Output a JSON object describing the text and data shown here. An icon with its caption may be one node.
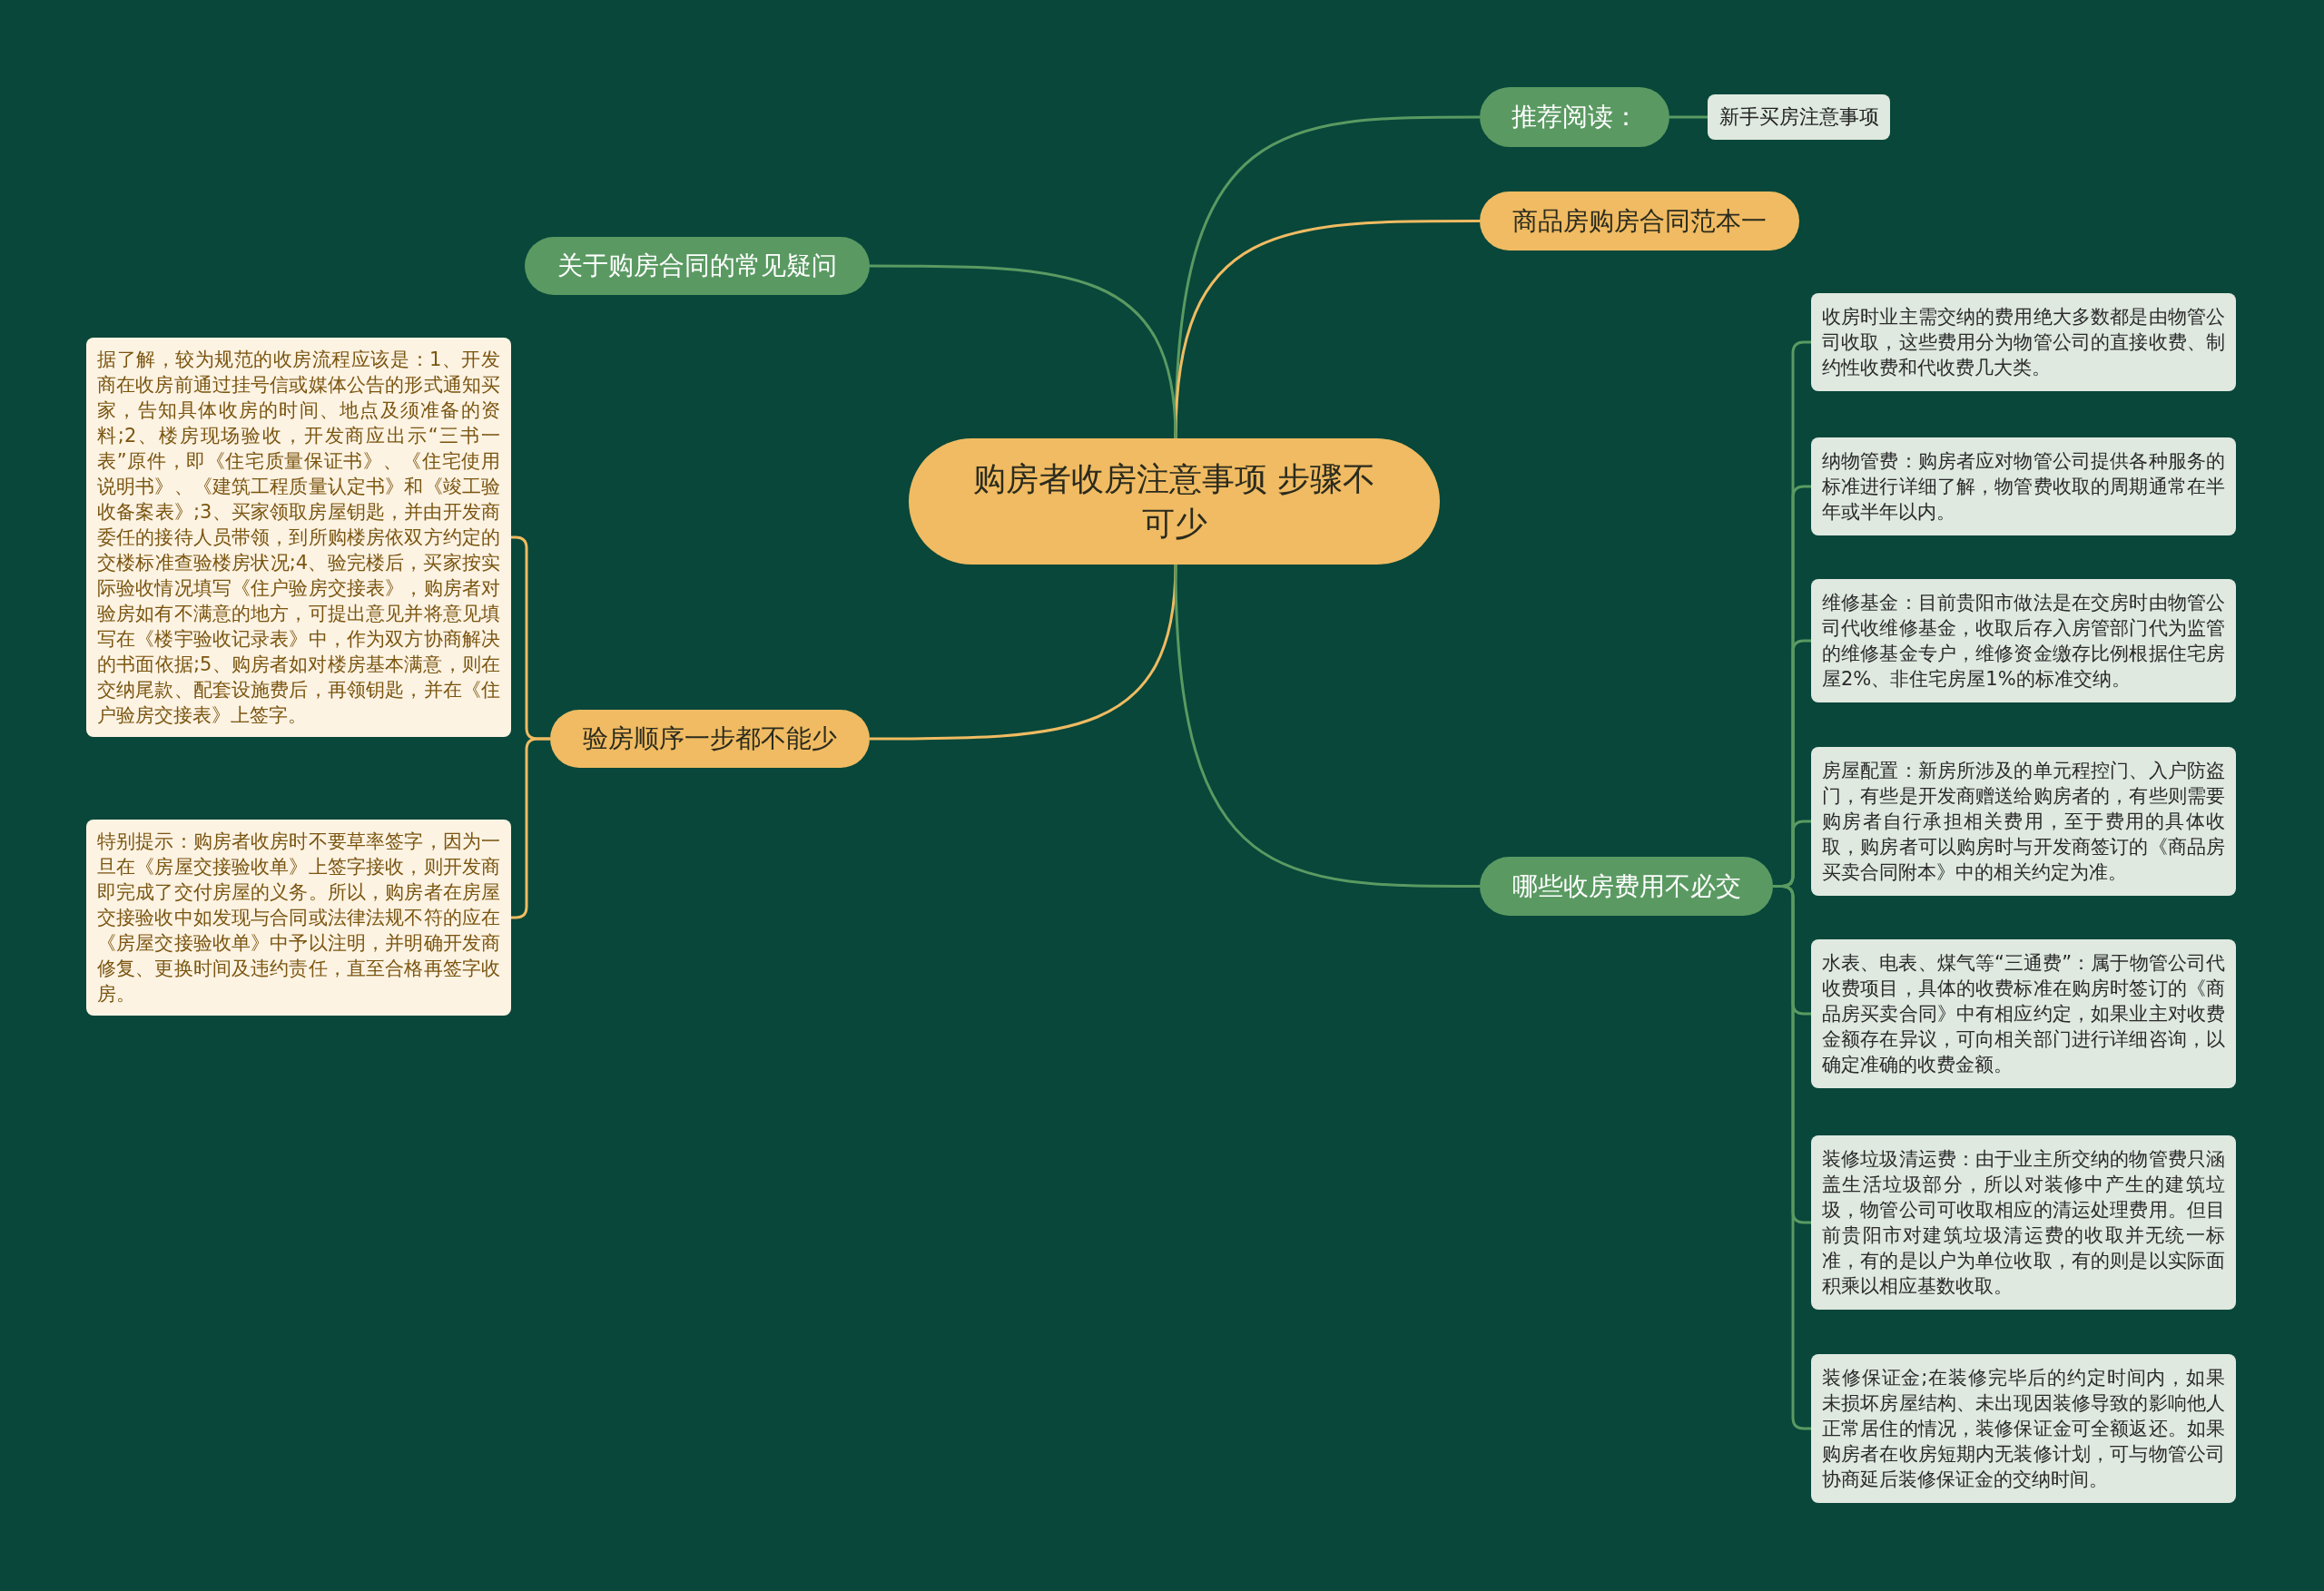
{
  "diagram": {
    "nodes": [
      {
        "text": [
          "购房者收房注意事项 步骤不可少"
        ]
      },
      {
        "text": [
          "推荐阅读："
        ]
      },
      {
        "text": [
          "新手买房注意事项"
        ]
      },
      {
        "text": [
          "商品房购房合同范本一"
        ]
      },
      {
        "text": [
          "关于购房合同的常见疑问"
        ]
      },
      {
        "text": [
          "验房顺序一步都不能少"
        ]
      },
      {
        "text": [
          "据了解，较为规范的收房流程应该是：1、开发商在收房前通过挂号信或媒体公告的形式通知买家，告知具体收房的时间、地点及须准备的资料;2、楼房现场验收，开发商应出示“三书一表”原件，即《住宅质量保证书》、《住宅使用说明书》、《建筑工程质量认定书》和《竣工验收备案表》;3、买家领取房屋钥匙，并由开发商委任的接待人员带领，到所购楼房依双方约定的交楼标准查验楼房状况;4、验完楼后，买家按实际验收情况填写《住户验房交接表》，购房者对验房如有不满意的地方，可提出意见并将意见填写在《楼宇验收记录表》中，作为双方协商解决的书面依据;5、购房者如对楼房基本满意，则在交纳尾款、配套设施费后，再领钥匙，并在《住户验房交接表》上签字。"
        ]
      },
      {
        "text": [
          "特别提示：购房者收房时不要草率签字，因为一旦在《房屋交接验收单》上签字接收，则开发商即完成了交付房屋的义务。所以，购房者在房屋交接验收中如发现与合同或法律法规不符的应在《房屋交接验收单》中予以注明，并明确开发商修复、更换时间及违约责任，直至合格再签字收房。"
        ]
      },
      {
        "text": [
          "哪些收房费用不必交"
        ]
      },
      {
        "text": [
          "收房时业主需交纳的费用绝大多数都是由物管公司收取，这些费用分为物管公司的直接收费、制约性收费和代收费几大类。"
        ]
      },
      {
        "text": [
          "纳物管费：购房者应对物管公司提供各种服务的标准进行详细了解，物管费收取的周期通常在半年或半年以内。"
        ]
      },
      {
        "text": [
          "维修基金：目前贵阳市做法是在交房时由物管公司代收维修基金，收取后存入房管部门代为监管的维修基金专户，维修资金缴存比例根据住宅房屋2%、非住宅房屋1%的标准交纳。"
        ]
      },
      {
        "text": [
          "房屋配置：新房所涉及的单元程控门、入户防盗门，有些是开发商赠送给购房者的，有些则需要购房者自行承担相关费用，至于费用的具体收取，购房者可以购房时与开发商签订的《商品房买卖合同附本》中的相关约定为准。"
        ]
      },
      {
        "text": [
          "水表、电表、煤气等“三通费”：属于物管公司代收费项目，具体的收费标准在购房时签订的《商品房买卖合同》中有相应约定，如果业主对收费金额存在异议，可向相关部门进行详细咨询，以确定准确的收费金额。"
        ]
      },
      {
        "text": [
          "装修垃圾清运费：由于业主所交纳的物管费只涵盖生活垃圾部分，所以对装修中产生的建筑垃圾，物管公司可收取相应的清运处理费用。但目前贵阳市对建筑垃圾清运费的收取并无统一标准，有的是以户为单位收取，有的则是以实际面积乘以相应基数收取。"
        ]
      },
      {
        "text": [
          "装修保证金;在装修完毕后的约定时间内，如果未损坏房屋结构、未出现因装修导致的影响他人正常居住的情况，装修保证金可全额返还。如果购房者在收房短期内无装修计划，可与物管公司协商延后装修保证金的交纳时间。"
        ]
      }
    ],
    "edges": [
      {
        "from": 0,
        "to": 1,
        "arrow": "none"
      },
      {
        "from": 1,
        "to": 2,
        "arrow": "none"
      },
      {
        "from": 0,
        "to": 3,
        "arrow": "none",
        "color": "#f0bb62"
      },
      {
        "from": 0,
        "to": 4,
        "arrow": "none"
      },
      {
        "from": 0,
        "to": 5,
        "arrow": "none",
        "color": "#f0bb62"
      },
      {
        "from": 5,
        "to": 6,
        "arrow": "none",
        "color": "#f0bb62"
      },
      {
        "from": 5,
        "to": 7,
        "arrow": "none",
        "color": "#f0bb62"
      },
      {
        "from": 0,
        "to": 8,
        "arrow": "none"
      },
      {
        "from": 8,
        "to": 9,
        "arrow": "none"
      },
      {
        "from": 8,
        "to": 10,
        "arrow": "none"
      },
      {
        "from": 8,
        "to": 11,
        "arrow": "none"
      },
      {
        "from": 8,
        "to": 12,
        "arrow": "none"
      },
      {
        "from": 8,
        "to": 13,
        "arrow": "none"
      },
      {
        "from": 8,
        "to": 14,
        "arrow": "none"
      },
      {
        "from": 8,
        "to": 15,
        "arrow": "none"
      }
    ]
  }
}
